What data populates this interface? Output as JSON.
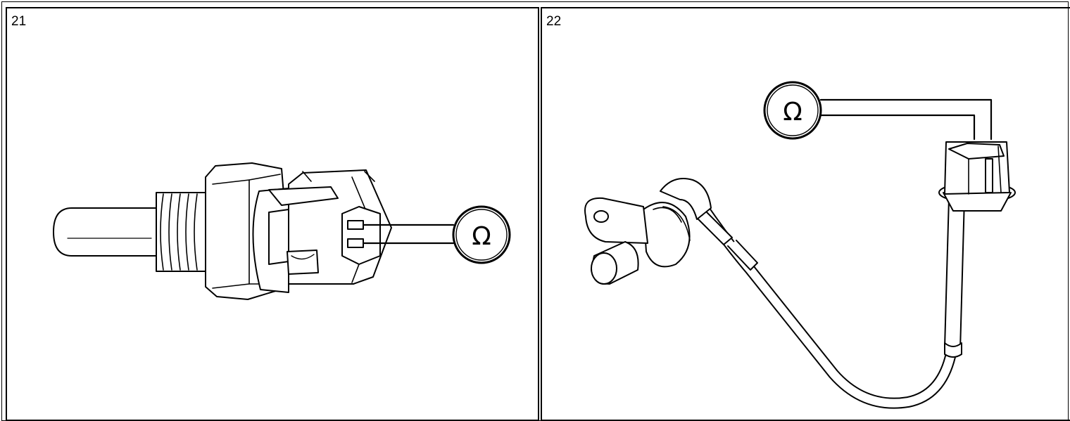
{
  "figures": [
    {
      "number": "21",
      "meter_symbol": "Ω",
      "subject": "temperature-sensor-connector-icon"
    },
    {
      "number": "22",
      "meter_symbol": "Ω",
      "subject": "speed-sensor-with-lead-icon"
    }
  ],
  "colors": {
    "line": "#000000",
    "background": "#ffffff"
  }
}
